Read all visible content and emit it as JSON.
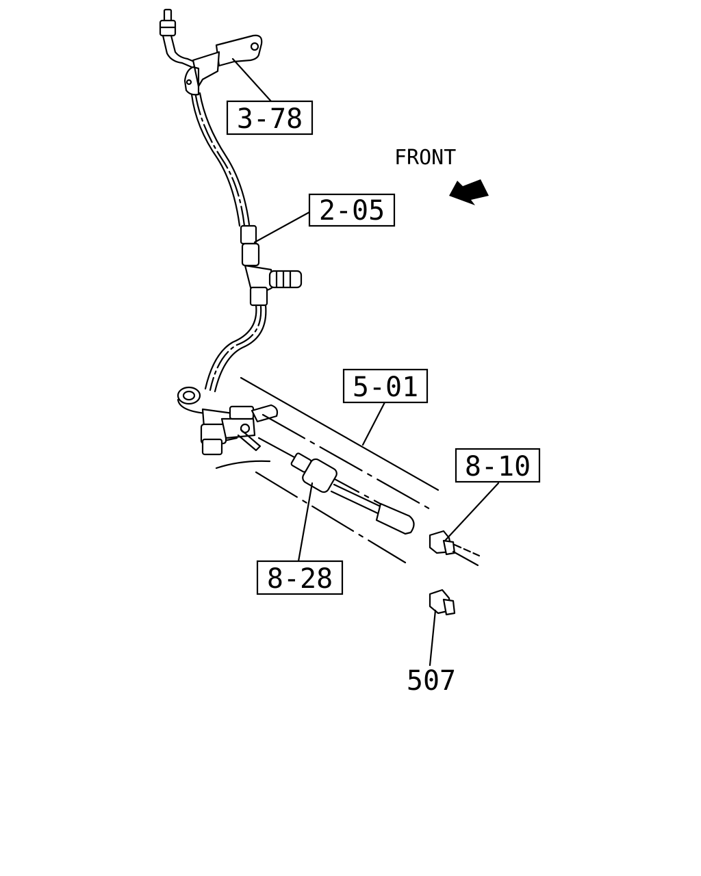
{
  "diagram": {
    "direction_label": "FRONT",
    "callouts": {
      "bracket": "3-78",
      "tee_fitting": "2-05",
      "harness": "5-01",
      "connector": "8-10",
      "sensor": "8-28",
      "cap": "507"
    }
  }
}
